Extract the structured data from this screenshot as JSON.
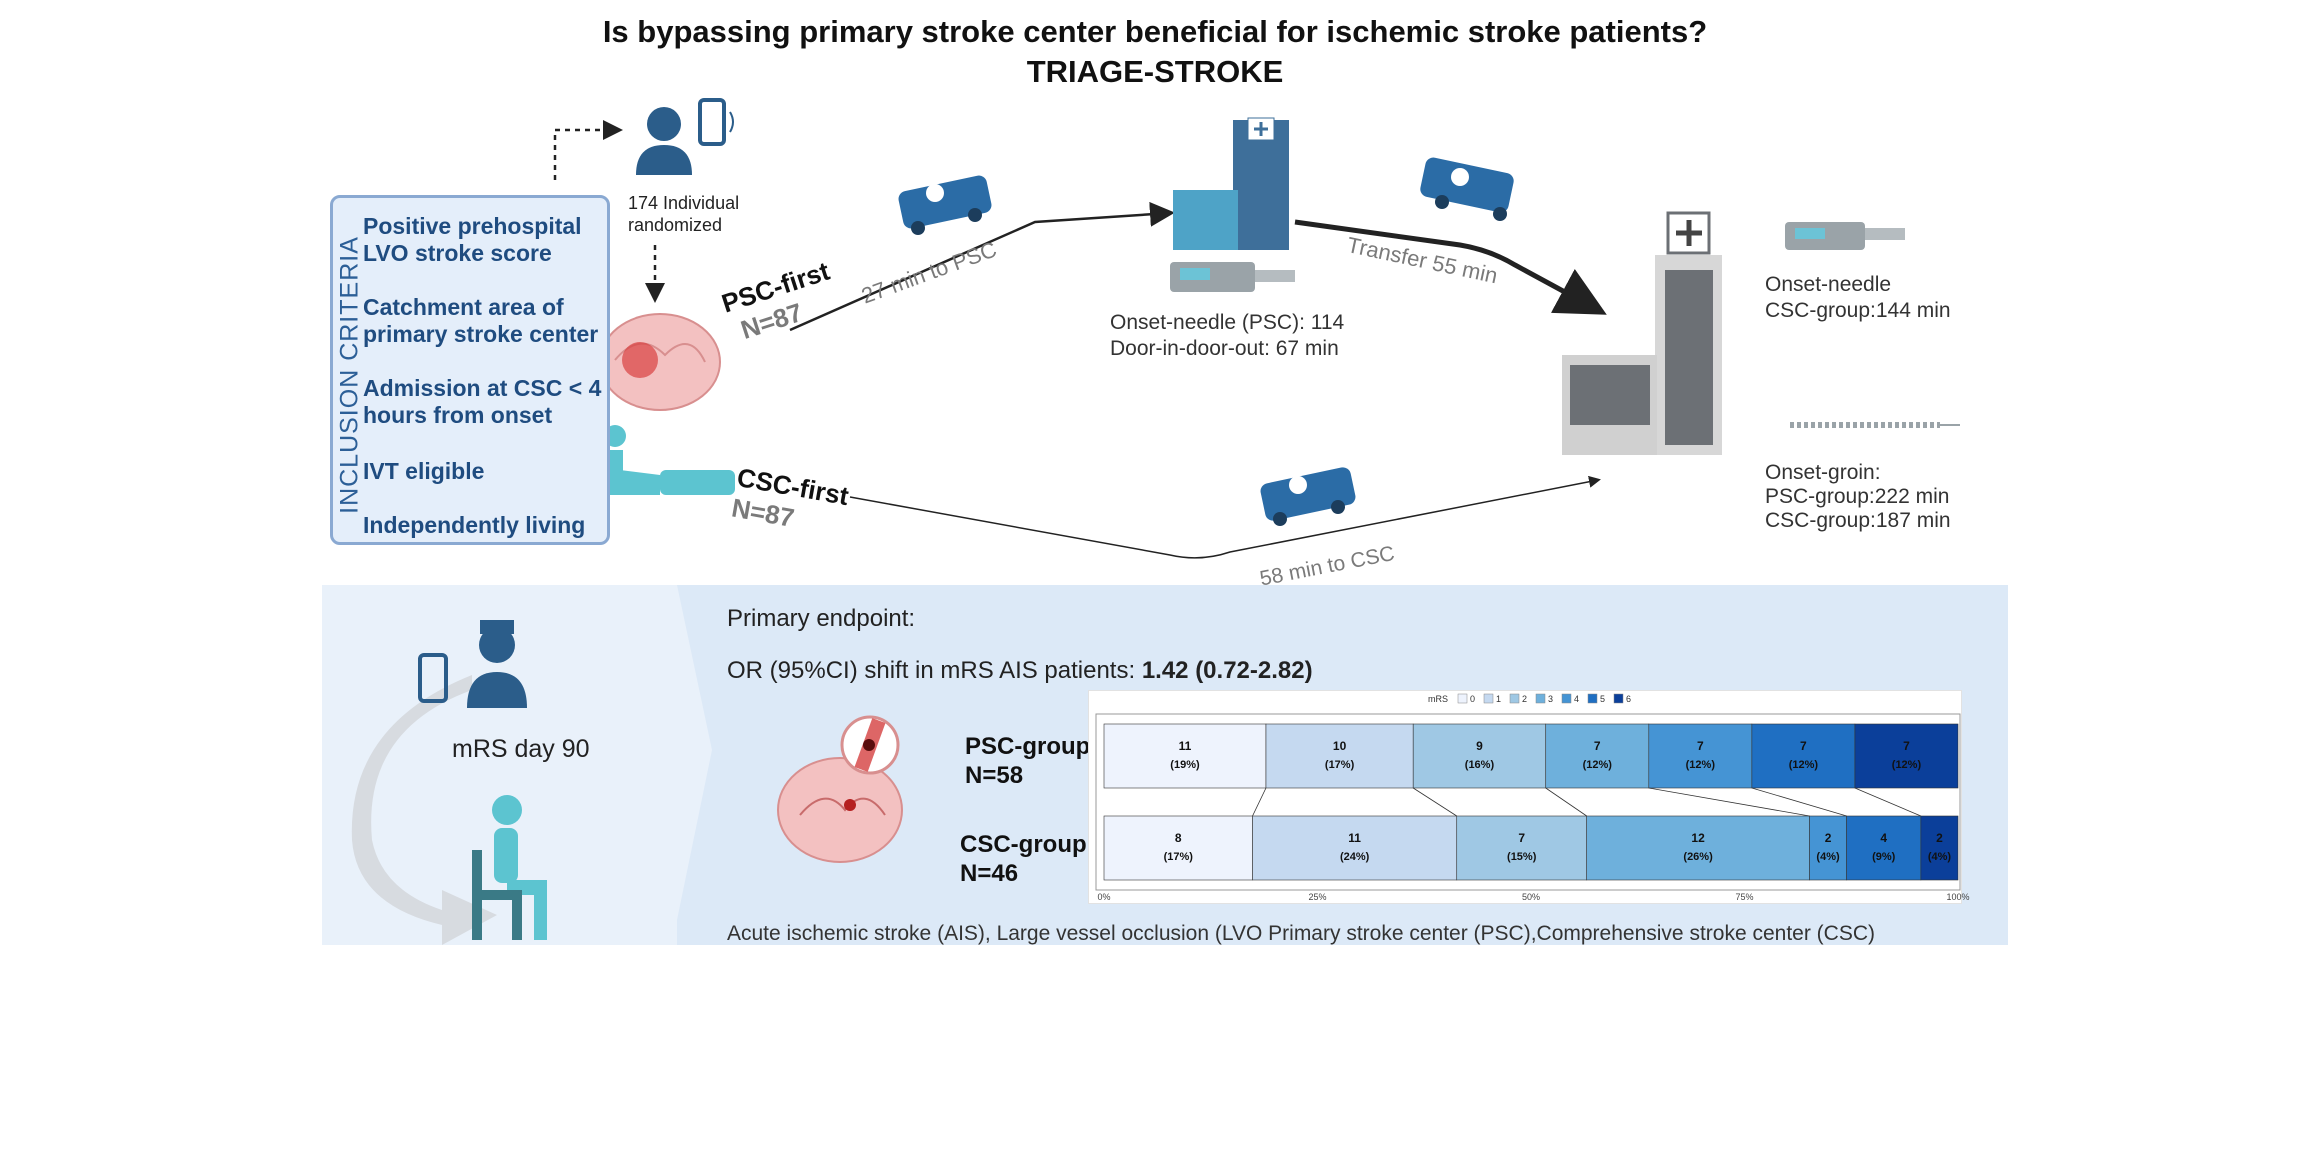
{
  "header": {
    "title": "Is bypassing primary stroke center beneficial for ischemic stroke patients?",
    "subtitle": "TRIAGE-STROKE"
  },
  "inclusion": {
    "heading": "INCLUSION CRITERIA",
    "items": [
      "Positive prehospital LVO stroke score",
      "Catchment area of primary stroke center",
      "Admission at CSC < 4 hours from onset",
      "IVT eligible",
      "Independently living"
    ]
  },
  "randomized": {
    "text": "174 Individual randomized"
  },
  "arms": {
    "psc": {
      "label": "PSC-first",
      "n": "N=87",
      "route": "27 min to PSC"
    },
    "csc": {
      "label": "CSC-first",
      "n": "N=87",
      "route": "58  min to CSC"
    }
  },
  "psc_site": {
    "needle": "Onset-needle (PSC): 114",
    "didi": "Door-in-door-out: 67 min",
    "transfer": "Transfer 55 min"
  },
  "csc_site": {
    "needle_label": "Onset-needle",
    "needle_value": "CSC-group:144 min",
    "groin_label": "Onset-groin:",
    "groin_psc": "PSC-group:222 min",
    "groin_csc": "CSC-group:187 min"
  },
  "followup": {
    "label": "mRS day 90"
  },
  "endpoint": {
    "label": "Primary endpoint:",
    "or_text": "OR (95%CI) shift in mRS AIS patients: ",
    "or_value": "1.42 (0.72-2.82)"
  },
  "footer": {
    "abbrev": "Acute ischemic stroke (AIS), Large vessel occlusion (LVO Primary stroke center (PSC),Comprehensive stroke center (CSC)"
  },
  "colors": {
    "mrs": [
      "#eef3fd",
      "#c5d9f0",
      "#9fc8e4",
      "#6eb0dc",
      "#4594d4",
      "#1f6fc2",
      "#0b3f9a"
    ],
    "box_bg": "#e4eefa",
    "box_border": "#8aa9d2",
    "criteria_text": "#1f4c80"
  },
  "chart_data": {
    "type": "bar",
    "stacked": "100%",
    "orientation": "horizontal",
    "legend_title": "mRS",
    "legend_position": "top",
    "categories": [
      "0",
      "1",
      "2",
      "3",
      "4",
      "5",
      "6"
    ],
    "groups": [
      {
        "label": "PSC-group",
        "n": "N=58",
        "counts": [
          11,
          10,
          9,
          7,
          7,
          7,
          7
        ],
        "percents": [
          "19%",
          "17%",
          "16%",
          "12%",
          "12%",
          "12%",
          "12%"
        ]
      },
      {
        "label": "CSC-group",
        "n": "N=46",
        "counts": [
          8,
          11,
          7,
          12,
          2,
          4,
          2
        ],
        "percents": [
          "17%",
          "24%",
          "15%",
          "26%",
          "4%",
          "9%",
          "4%"
        ]
      }
    ],
    "x_ticks": [
      "0%",
      "25%",
      "50%",
      "75%",
      "100%"
    ],
    "xlim": [
      0,
      100
    ]
  }
}
